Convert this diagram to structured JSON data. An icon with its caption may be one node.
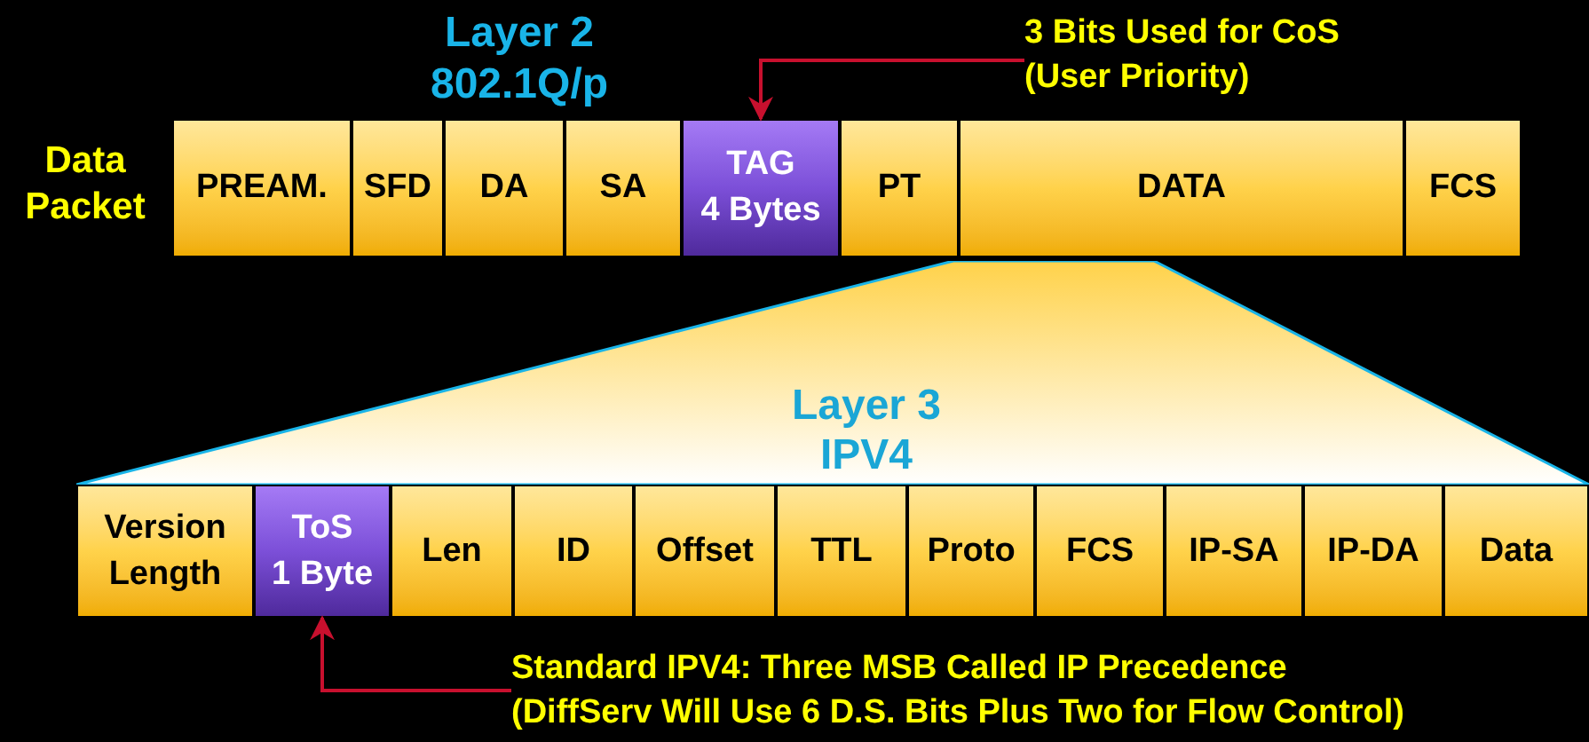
{
  "diagram": {
    "nodes": [
      {
        "text": [
          "3 Bits Used for CoS",
          "(User Priority)"
        ]
      },
      {
        "text": [
          "PREAM."
        ]
      },
      {
        "text": [
          "SFD"
        ]
      },
      {
        "text": [
          "DA"
        ]
      },
      {
        "text": [
          "SA"
        ]
      },
      {
        "text": [
          "TAG",
          "4 Bytes"
        ]
      },
      {
        "text": [
          "PT"
        ]
      },
      {
        "text": [
          "DATA"
        ]
      },
      {
        "text": [
          "FCS"
        ]
      },
      {
        "text": [
          "Layer 3",
          "IPV4"
        ]
      },
      {
        "text": [
          "Version Length"
        ]
      },
      {
        "text": [
          "ToS",
          "1 Byte"
        ]
      },
      {
        "text": [
          "Len"
        ]
      },
      {
        "text": [
          "ID"
        ]
      },
      {
        "text": [
          "Offset"
        ]
      },
      {
        "text": [
          "TTL"
        ]
      },
      {
        "text": [
          "Proto"
        ]
      },
      {
        "text": [
          "FCS"
        ]
      },
      {
        "text": [
          "IP-SA"
        ]
      },
      {
        "text": [
          "IP-DA"
        ]
      },
      {
        "text": [
          "Data"
        ]
      },
      {
        "text": [
          "Standard IPV4: Three MSB Called IP Precedence",
          "(DiffServ Will Use 6 D.S. Bits Plus Two for Flow Control)"
        ]
      }
    ],
    "edges": [
      {
        "from": 0,
        "to": 5,
        "arrow": "to"
      },
      {
        "from": 21,
        "to": 11,
        "arrow": "to"
      }
    ],
    "labels": [
      "Layer 2",
      "802.1Q/p",
      "Data Packet"
    ]
  }
}
